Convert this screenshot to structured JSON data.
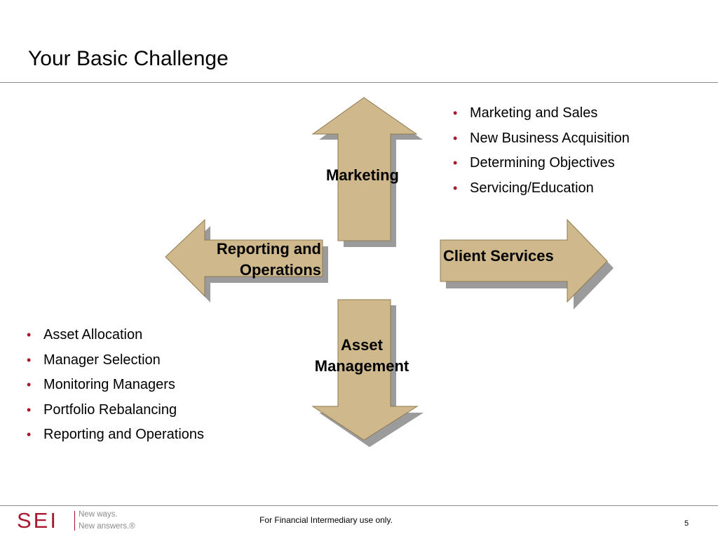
{
  "slide": {
    "title": "Your Basic Challenge",
    "footer": "For Financial Intermediary use only.",
    "page_number": "5"
  },
  "diagram": {
    "arrow_fill": "#cfb88c",
    "arrow_shadow": "#9b9b9b",
    "labels": {
      "marketing": "Marketing",
      "reporting_line1": "Reporting and",
      "reporting_line2": "Operations",
      "client_services": "Client Services",
      "asset_line1": "Asset",
      "asset_line2": "Management"
    }
  },
  "bullets_top_right": [
    "Marketing and Sales",
    "New Business Acquisition",
    "Determining Objectives",
    "Servicing/Education"
  ],
  "bullets_bottom_left": [
    "Asset Allocation",
    "Manager Selection",
    "Monitoring Managers",
    "Portfolio Rebalancing",
    "Reporting and Operations"
  ],
  "logo": {
    "mark": "SEI",
    "tagline_line1": "New ways.",
    "tagline_line2": "New answers.®",
    "brand_color": "#a6192e"
  }
}
